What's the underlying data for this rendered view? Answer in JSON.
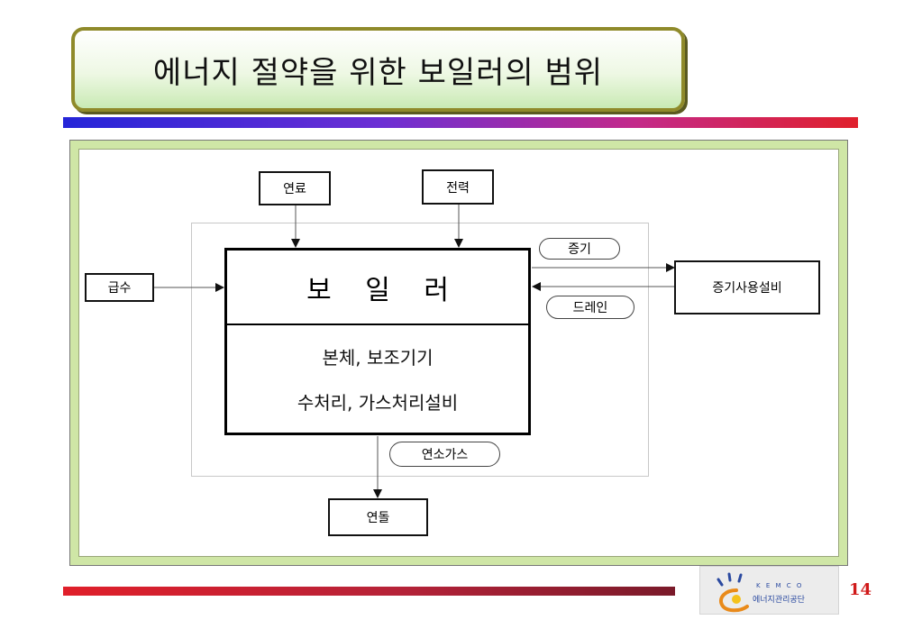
{
  "title": "에너지 절약을 위한 보일러의 범위",
  "diagram": {
    "boiler": {
      "label": "보 일 러",
      "components_line1": "본체, 보조기기",
      "components_line2": "수처리, 가스처리설비"
    },
    "inputs": {
      "fuel": "연료",
      "power": "전력",
      "feedwater": "급수"
    },
    "consumer": "증기사용설비",
    "chimney": "연돌",
    "flows": {
      "steam": "증기",
      "drain": "드레인",
      "flue_gas": "연소가스"
    }
  },
  "logo": {
    "text_en": "K E M C O",
    "text_ko": "에너지관리공단"
  },
  "page_number": "14",
  "colors": {
    "title_border": "#8f8a2a",
    "frame_fill": "#cfe6a6",
    "page_number": "#d01a1a"
  }
}
